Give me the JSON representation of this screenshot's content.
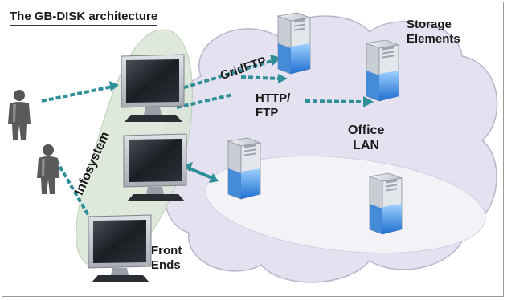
{
  "diagram": {
    "title": "The GB-DISK architecture",
    "labels": {
      "storage_line1": "Storage",
      "storage_line2": "Elements",
      "gridftp": "GridFTP",
      "http_line1": "HTTP/",
      "http_line2": "FTP",
      "office_line1": "Office",
      "office_line2": "LAN",
      "infosystem": "Infosystem",
      "frontends_line1": "Front",
      "frontends_line2": "Ends"
    },
    "colors": {
      "cloud_fill": "#e4e2f0",
      "cloud_stroke": "#b8b5cc",
      "lan_ellipse": "#f3f3f7",
      "infosystem_band": "#dbe6d8",
      "arrow": "#2f8f99",
      "server_blue": "#3f8fe0",
      "monitor_dark": "#1f2328"
    },
    "icons": {
      "user": "person-silhouette-icon",
      "monitor": "monitor-icon",
      "server": "server-tower-icon"
    }
  }
}
